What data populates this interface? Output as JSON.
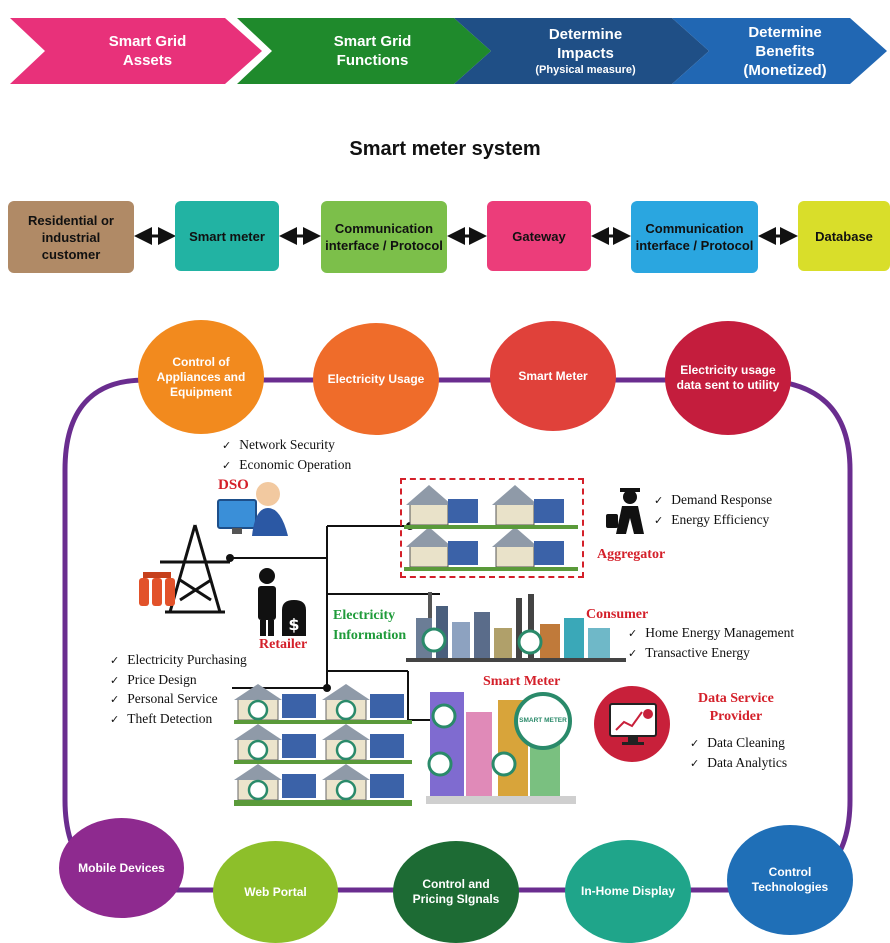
{
  "process_chain": [
    {
      "line1": "Smart Grid",
      "line2": "Assets",
      "sub": "",
      "color": "#e8317a"
    },
    {
      "line1": "Smart Grid",
      "line2": "Functions",
      "sub": "",
      "color": "#1f8a2c"
    },
    {
      "line1": "Determine",
      "line2": "Impacts",
      "sub": "(Physical measure)",
      "color": "#1f4f86"
    },
    {
      "line1": "Determine",
      "line2": "Benefits",
      "sub": "(Monetized)",
      "color": "#2167b3"
    }
  ],
  "system": {
    "title": "Smart meter system",
    "boxes": [
      {
        "label": "Residential or industrial customer",
        "color": "#b08a66"
      },
      {
        "label": "Smart meter",
        "color": "#22b3a3"
      },
      {
        "label": "Communication interface / Protocol",
        "color": "#7cbf4a"
      },
      {
        "label": "Gateway",
        "color": "#ec3d7a"
      },
      {
        "label": "Communication interface / Protocol",
        "color": "#2aa6e0"
      },
      {
        "label": "Database",
        "color": "#d9de2a"
      }
    ]
  },
  "top_circles": [
    {
      "label": "Control of Appliances and Equipment",
      "color": "#f28a1e"
    },
    {
      "label": "Electricity Usage",
      "color": "#ef6c2a"
    },
    {
      "label": "Smart Meter",
      "color": "#e0413a"
    },
    {
      "label": "Electricity usage data sent to utility",
      "color": "#c41d3d"
    }
  ],
  "bottom_circles": [
    {
      "label": "Mobile Devices",
      "color": "#8e2a8f"
    },
    {
      "label": "Web Portal",
      "color": "#8dbf2a"
    },
    {
      "label": "Control and Pricing SIgnals",
      "color": "#1d6b34"
    },
    {
      "label": "In-Home Display",
      "color": "#1fa58a"
    },
    {
      "label": "Control Technologies",
      "color": "#1f6fb7"
    }
  ],
  "dso": {
    "label": "DSO",
    "items": [
      "Network Security",
      "Economic Operation"
    ]
  },
  "aggregator": {
    "label": "Aggregator",
    "items": [
      "Demand Response",
      "Energy Efficiency"
    ]
  },
  "retailer": {
    "label": "Retailer",
    "items": [
      "Electricity Purchasing",
      "Price Design",
      "Personal Service",
      "Theft Detection"
    ]
  },
  "consumer": {
    "label": "Consumer",
    "items": [
      "Home Energy Management",
      "Transactive Energy"
    ]
  },
  "electricity_information": {
    "line1": "Electricity",
    "line2": "Information"
  },
  "smart_meter_label": "Smart Meter",
  "meter_badge": "SMART METER",
  "data_service": {
    "line1": "Data Service",
    "line2": "Provider",
    "items": [
      "Data Cleaning",
      "Data Analytics"
    ]
  },
  "colors": {
    "loop": "#6a2d8f",
    "red_label": "#d4202a",
    "green_label": "#1f9b3a"
  }
}
